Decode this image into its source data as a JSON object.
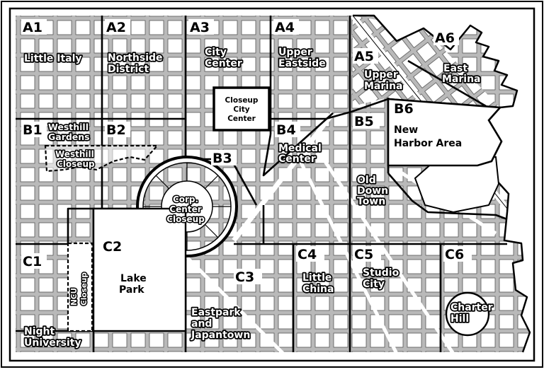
{
  "map": {
    "zones": [
      {
        "code": "A1",
        "name": [
          "Little Italy"
        ]
      },
      {
        "code": "A2",
        "name": [
          "Northside",
          "District"
        ]
      },
      {
        "code": "A3",
        "name": [
          "City",
          "Center"
        ]
      },
      {
        "code": "A4",
        "name": [
          "Upper",
          "Eastside"
        ]
      },
      {
        "code": "A5",
        "name": [
          "Upper",
          "Marina"
        ]
      },
      {
        "code": "A6",
        "name": [
          "East",
          "Marina"
        ]
      },
      {
        "code": "B1",
        "name": [
          "Westhill",
          "Gardens"
        ]
      },
      {
        "code": "B2",
        "name": []
      },
      {
        "code": "B3",
        "name": []
      },
      {
        "code": "B4",
        "name": [
          "Medical",
          "Center"
        ]
      },
      {
        "code": "B5",
        "name": [
          "Old",
          "Down",
          "Town"
        ]
      },
      {
        "code": "B6",
        "name": [
          "New",
          "Harbor Area"
        ]
      },
      {
        "code": "C1",
        "name": [
          "Night",
          "University"
        ]
      },
      {
        "code": "C2",
        "name": [
          "Lake",
          "Park"
        ]
      },
      {
        "code": "C3",
        "name": [
          "Eastpark",
          "and",
          "Japantown"
        ]
      },
      {
        "code": "C4",
        "name": [
          "Little",
          "China"
        ]
      },
      {
        "code": "C5",
        "name": [
          "Studio",
          "City"
        ]
      },
      {
        "code": "C6",
        "name": [
          "Charter",
          "Hill"
        ]
      }
    ],
    "closeups": [
      {
        "id": "city-center",
        "label": [
          "Closeup",
          "City",
          "Center"
        ]
      },
      {
        "id": "westhill",
        "label": [
          "Westhill",
          "Closeup"
        ]
      },
      {
        "id": "corp-center",
        "label": [
          "Corp.",
          "Center",
          "Closeup"
        ]
      },
      {
        "id": "ncu",
        "label": [
          "NCU",
          "Closeup"
        ]
      }
    ]
  }
}
